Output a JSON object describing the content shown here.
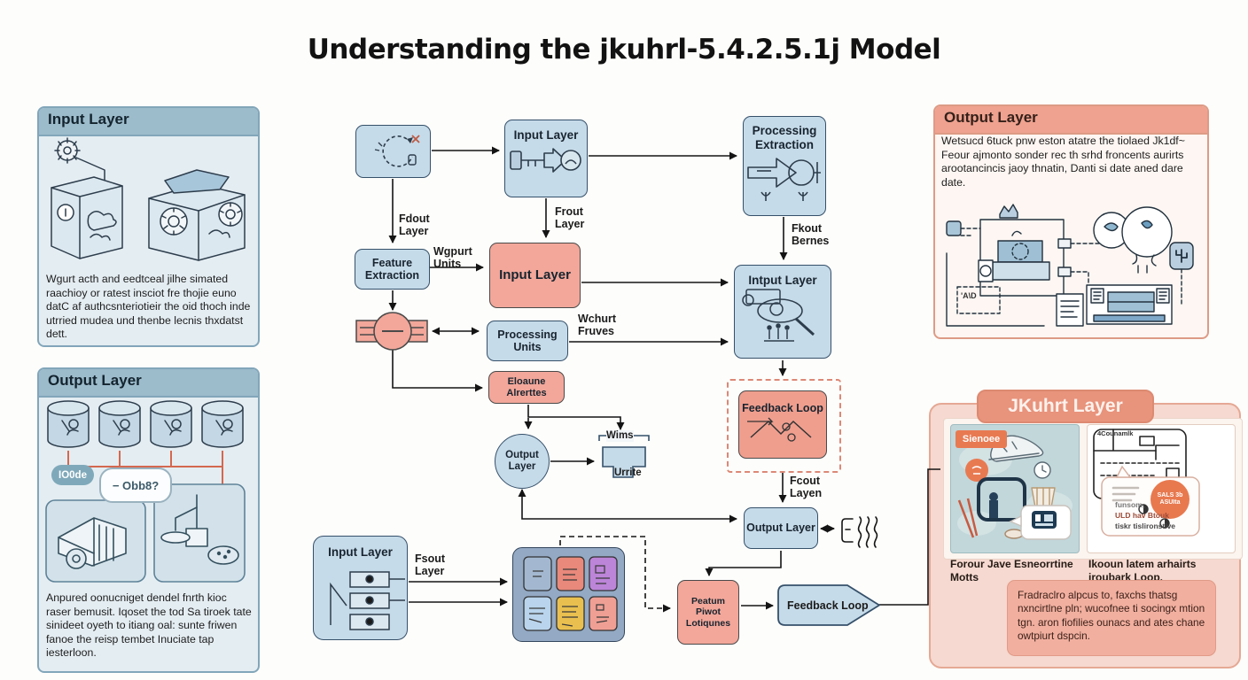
{
  "title": "Understanding the jkuhrl-5.4.2.5.1j Model",
  "left_input_panel": {
    "header": "Input Layer",
    "body": "Wgurt acth and eedtceal jilhe simated raachioy or ratest insciot fre thojie euno datC af authcsnteriotieir the oid thoch inde utrried mudea und thenbe lecnis thxdatst dett."
  },
  "left_output_panel": {
    "header": "Output Layer",
    "badge": "IO0de",
    "bubble": "− Obb8?",
    "body": "Anpured oonucniget dendel fnrth kioc raser bemusit. Iqoset the tod Sa tiroek tate sinideet oyeth to itiang oal: sunte friwen fanoe the reisp tembet Inuciate tap iesterloon."
  },
  "right_output_panel": {
    "header": "Output Layer",
    "body": "Wetsucd 6tuck pnw eston atatre the tiolaed Jk1df~ Feour ajmonto sonder rec th srhd froncents aurirts arootancincis jaoy thnatin, Danti si date aned dare date.",
    "and_label": "'A\\D"
  },
  "jkuhrt_panel": {
    "title": "JKuhrt Layer",
    "badge": "Sienoee",
    "schematic_label": "4Counamlk",
    "bubble_badge": "SALS 3b ASUIta",
    "bubble_line_1": "funsom,",
    "bubble_line_2": "ULD hav Btouk",
    "bubble_line_3": "tiskr tislironstive",
    "caption_left": "Forour Jave Esneorrtine Motts",
    "caption_right": "Ikooun latem arhairts jroubark Loop.",
    "note": "Fradraclro alpcus to, faxchs thatsg nxncirtlne pln; wucofnee ti socingx mtion tgn. aron fiofilies ounacs and ates chane owtpiurt dspcin."
  },
  "flow": {
    "input_top": "Input Layer",
    "processing_extraction": "Processing Extraction",
    "feature_extraction": "Feature Extraction",
    "input_red": "Input Layer",
    "intput": "Intput Layer",
    "processing_units": "Processing Units",
    "eloaune": "Eloaune Alrerttes",
    "output_circle": "Output Layer",
    "wims": "Wims",
    "urrite": "Urrite",
    "feedback_dashed": "Feedback Loop",
    "output_box": "Output Layer",
    "input_bottom": "Input Layer",
    "peatum": "Peatum Piwot Lotiqunes",
    "feedback_arrow": "Feedback Loop",
    "lbl_fdout": "Fdout Layer",
    "lbl_frout": "Frout Layer",
    "lbl_fkout": "Fkout Bernes",
    "lbl_wgpurt": "Wgpurt Units",
    "lbl_wchurt": "Wchurt Fruves",
    "lbl_fcout": "Fcout Layen",
    "lbl_fsout": "Fsout Layer"
  },
  "colors": {
    "blue_node": "#c6dbe9",
    "red_node": "#f2a79a",
    "accent": "#d4684f"
  }
}
